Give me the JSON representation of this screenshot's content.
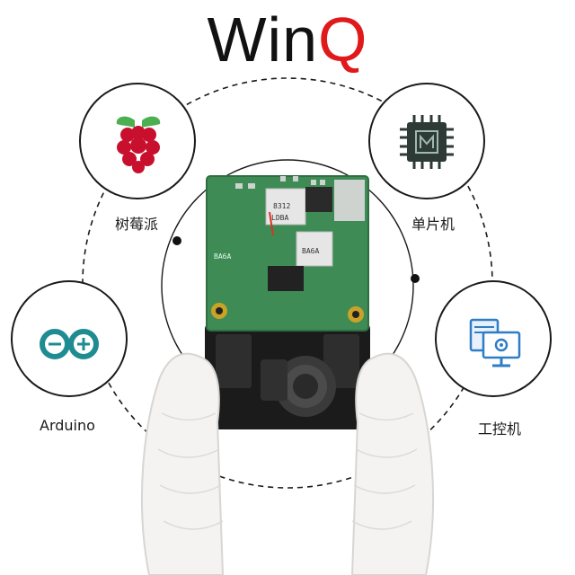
{
  "brand": {
    "part1": "Wi",
    "part2": "n",
    "part3": "Q"
  },
  "nodes": [
    {
      "label": "树莓派",
      "icon": "raspberry-pi-icon"
    },
    {
      "label": "单片机",
      "icon": "microcontroller-chip-icon"
    },
    {
      "label": "Arduino",
      "icon": "arduino-icon"
    },
    {
      "label": "工控机",
      "icon": "industrial-pc-icon"
    }
  ],
  "product": {
    "pcb_marks": [
      "LDBA",
      "8312",
      "BA6A",
      "BA6A"
    ]
  },
  "colors": {
    "brand_black": "#111111",
    "brand_red": "#e0191b",
    "pcb_green": "#3e8b55",
    "raspberry_red": "#c8102e",
    "arduino_teal": "#1f8c92",
    "pc_blue": "#2f7dc6"
  }
}
